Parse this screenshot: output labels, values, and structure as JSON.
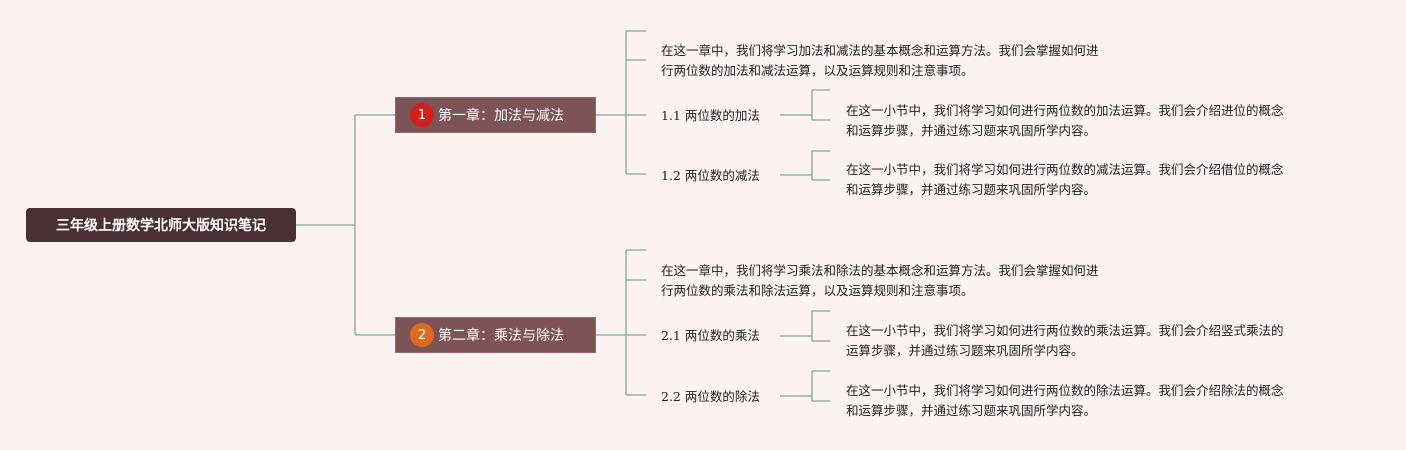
{
  "root": {
    "title": "三年级上册数学北师大版知识笔记"
  },
  "chapters": [
    {
      "badge": "1",
      "badge_color": "#d01f1c",
      "title": "第一章：加法与减法",
      "intro": [
        "在这一章中，我们将学习加法和减法的基本概念和运算方法。我们会掌握如何进",
        "行两位数的加法和减法运算，以及运算规则和注意事项。"
      ],
      "sections": [
        {
          "title": "1.1 两位数的加法",
          "desc": [
            "在这一小节中，我们将学习如何进行两位数的加法运算。我们会介绍进位的概念",
            "和运算步骤，并通过练习题来巩固所学内容。"
          ]
        },
        {
          "title": "1.2 两位数的减法",
          "desc": [
            "在这一小节中，我们将学习如何进行两位数的减法运算。我们会介绍借位的概念",
            "和运算步骤，并通过练习题来巩固所学内容。"
          ]
        }
      ]
    },
    {
      "badge": "2",
      "badge_color": "#e06a1e",
      "title": "第二章：乘法与除法",
      "intro": [
        "在这一章中，我们将学习乘法和除法的基本概念和运算方法。我们会掌握如何进",
        "行两位数的乘法和除法运算，以及运算规则和注意事项。"
      ],
      "sections": [
        {
          "title": "2.1 两位数的乘法",
          "desc": [
            "在这一小节中，我们将学习如何进行两位数的乘法运算。我们会介绍竖式乘法的",
            "运算步骤，并通过练习题来巩固所学内容。"
          ]
        },
        {
          "title": "2.2 两位数的除法",
          "desc": [
            "在这一小节中，我们将学习如何进行两位数的除法运算。我们会介绍除法的概念",
            "和运算步骤，并通过练习题来巩固所学内容。"
          ]
        }
      ]
    }
  ],
  "colors": {
    "connector": "#7fa795",
    "background": "#fdf2f2"
  }
}
